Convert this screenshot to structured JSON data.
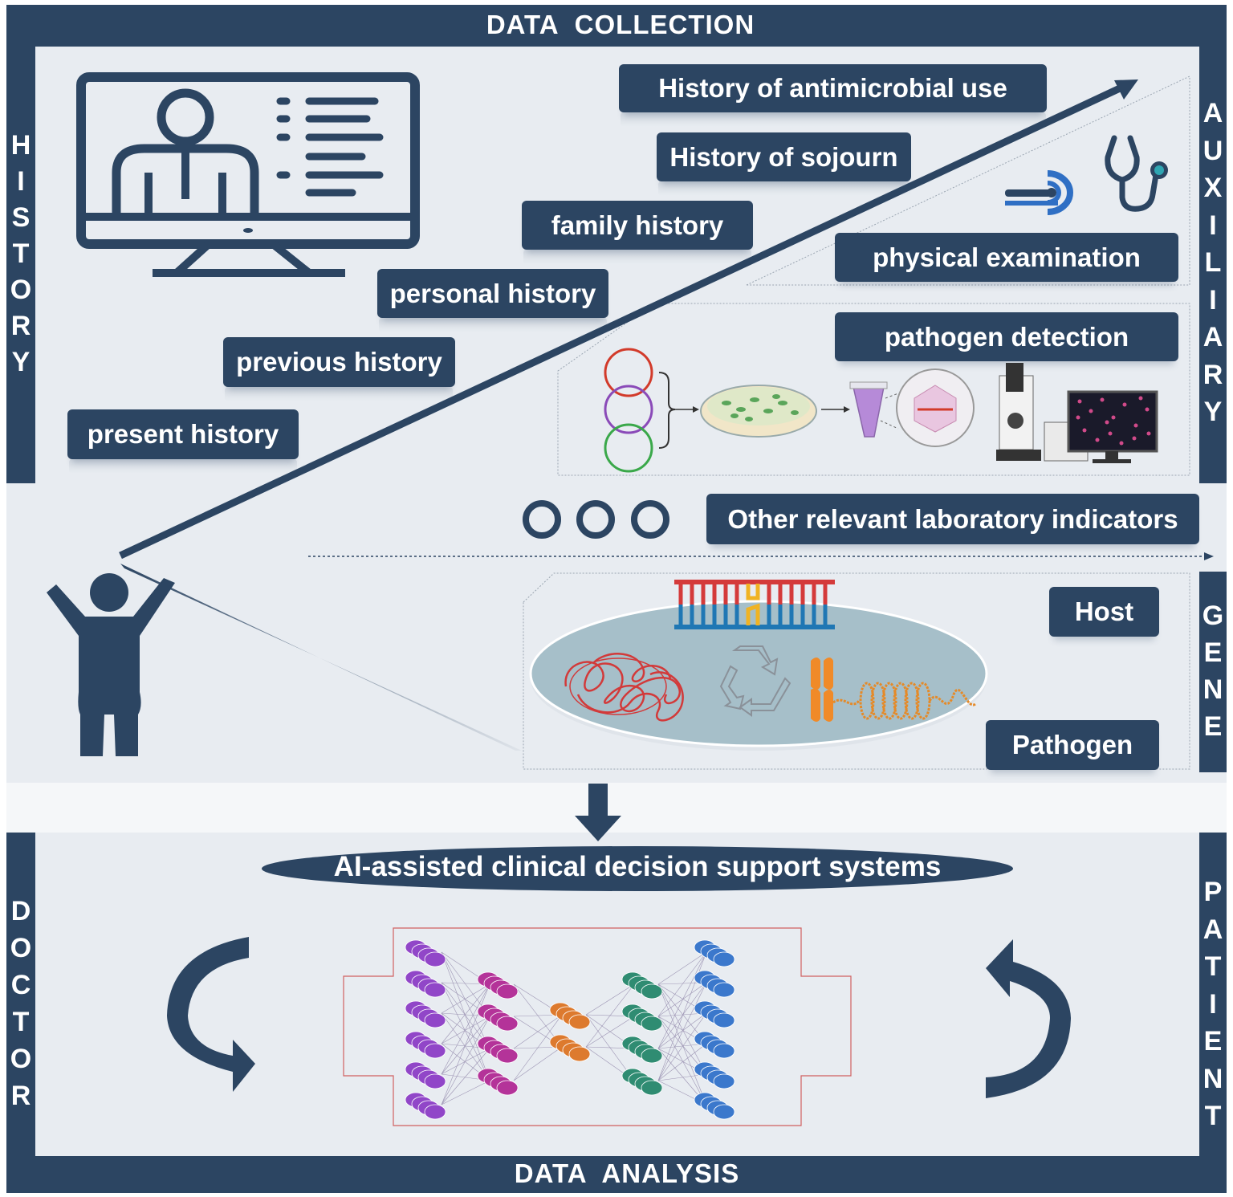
{
  "top_bar": {
    "title": "DATA  COLLECTION"
  },
  "bottom_bar": {
    "title": "DATA  ANALYSIS"
  },
  "left_labels": {
    "history": "HISTORY",
    "doctor": "DOCTOR"
  },
  "right_labels": {
    "auxiliary": "AUXILIARY",
    "gene": "GENE",
    "patient": "PATIENT"
  },
  "history_items": [
    "History of antimicrobial use",
    "History of sojourn",
    "family history",
    "personal history",
    "previous history",
    "present history"
  ],
  "auxiliary_items": {
    "physical_exam": "physical examination",
    "pathogen_detection": "pathogen detection",
    "other_lab": "Other relevant laboratory indicators"
  },
  "gene_items": {
    "host": "Host",
    "pathogen": "Pathogen"
  },
  "analysis": {
    "system_label": "AI-assisted clinical decision support systems"
  },
  "colors": {
    "navy": "#2c4562",
    "panel": "#e8ecf1",
    "nn_purple": "#9146c8",
    "nn_magenta": "#b43399",
    "nn_orange": "#dd7a2e",
    "nn_teal": "#2f8c72",
    "nn_blue": "#3b78cc"
  }
}
